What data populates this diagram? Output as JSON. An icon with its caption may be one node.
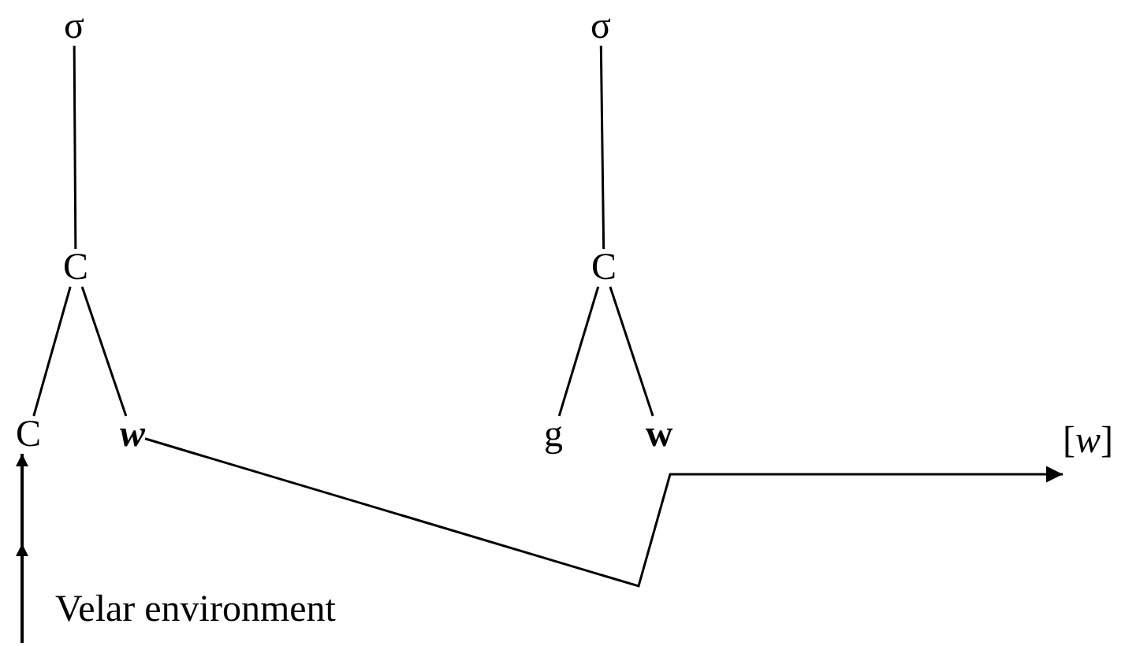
{
  "diagram": {
    "nodes": [
      {
        "text": [
          "σ"
        ]
      },
      {
        "text": [
          "σ"
        ]
      },
      {
        "text": [
          "C"
        ]
      },
      {
        "text": [
          "C"
        ]
      },
      {
        "text": [
          "C"
        ]
      },
      {
        "text": [
          "w"
        ]
      },
      {
        "text": [
          "g"
        ]
      },
      {
        "text": [
          "w"
        ]
      },
      {
        "text": [
          "[*w*]"
        ]
      }
    ],
    "edges": [
      {
        "from": 0,
        "to": 2,
        "arrow": "none"
      },
      {
        "from": 2,
        "to": 4,
        "arrow": "none"
      },
      {
        "from": 2,
        "to": 5,
        "arrow": "none"
      },
      {
        "from": 1,
        "to": 3,
        "arrow": "none"
      },
      {
        "from": 3,
        "to": 6,
        "arrow": "none"
      },
      {
        "from": 3,
        "to": 7,
        "arrow": "none"
      },
      {
        "from": 5,
        "to": 8,
        "arrow": "to"
      },
      {
        "from": null,
        "to": 4,
        "arrow": "to"
      }
    ],
    "labels": [
      "Velar environment"
    ]
  }
}
